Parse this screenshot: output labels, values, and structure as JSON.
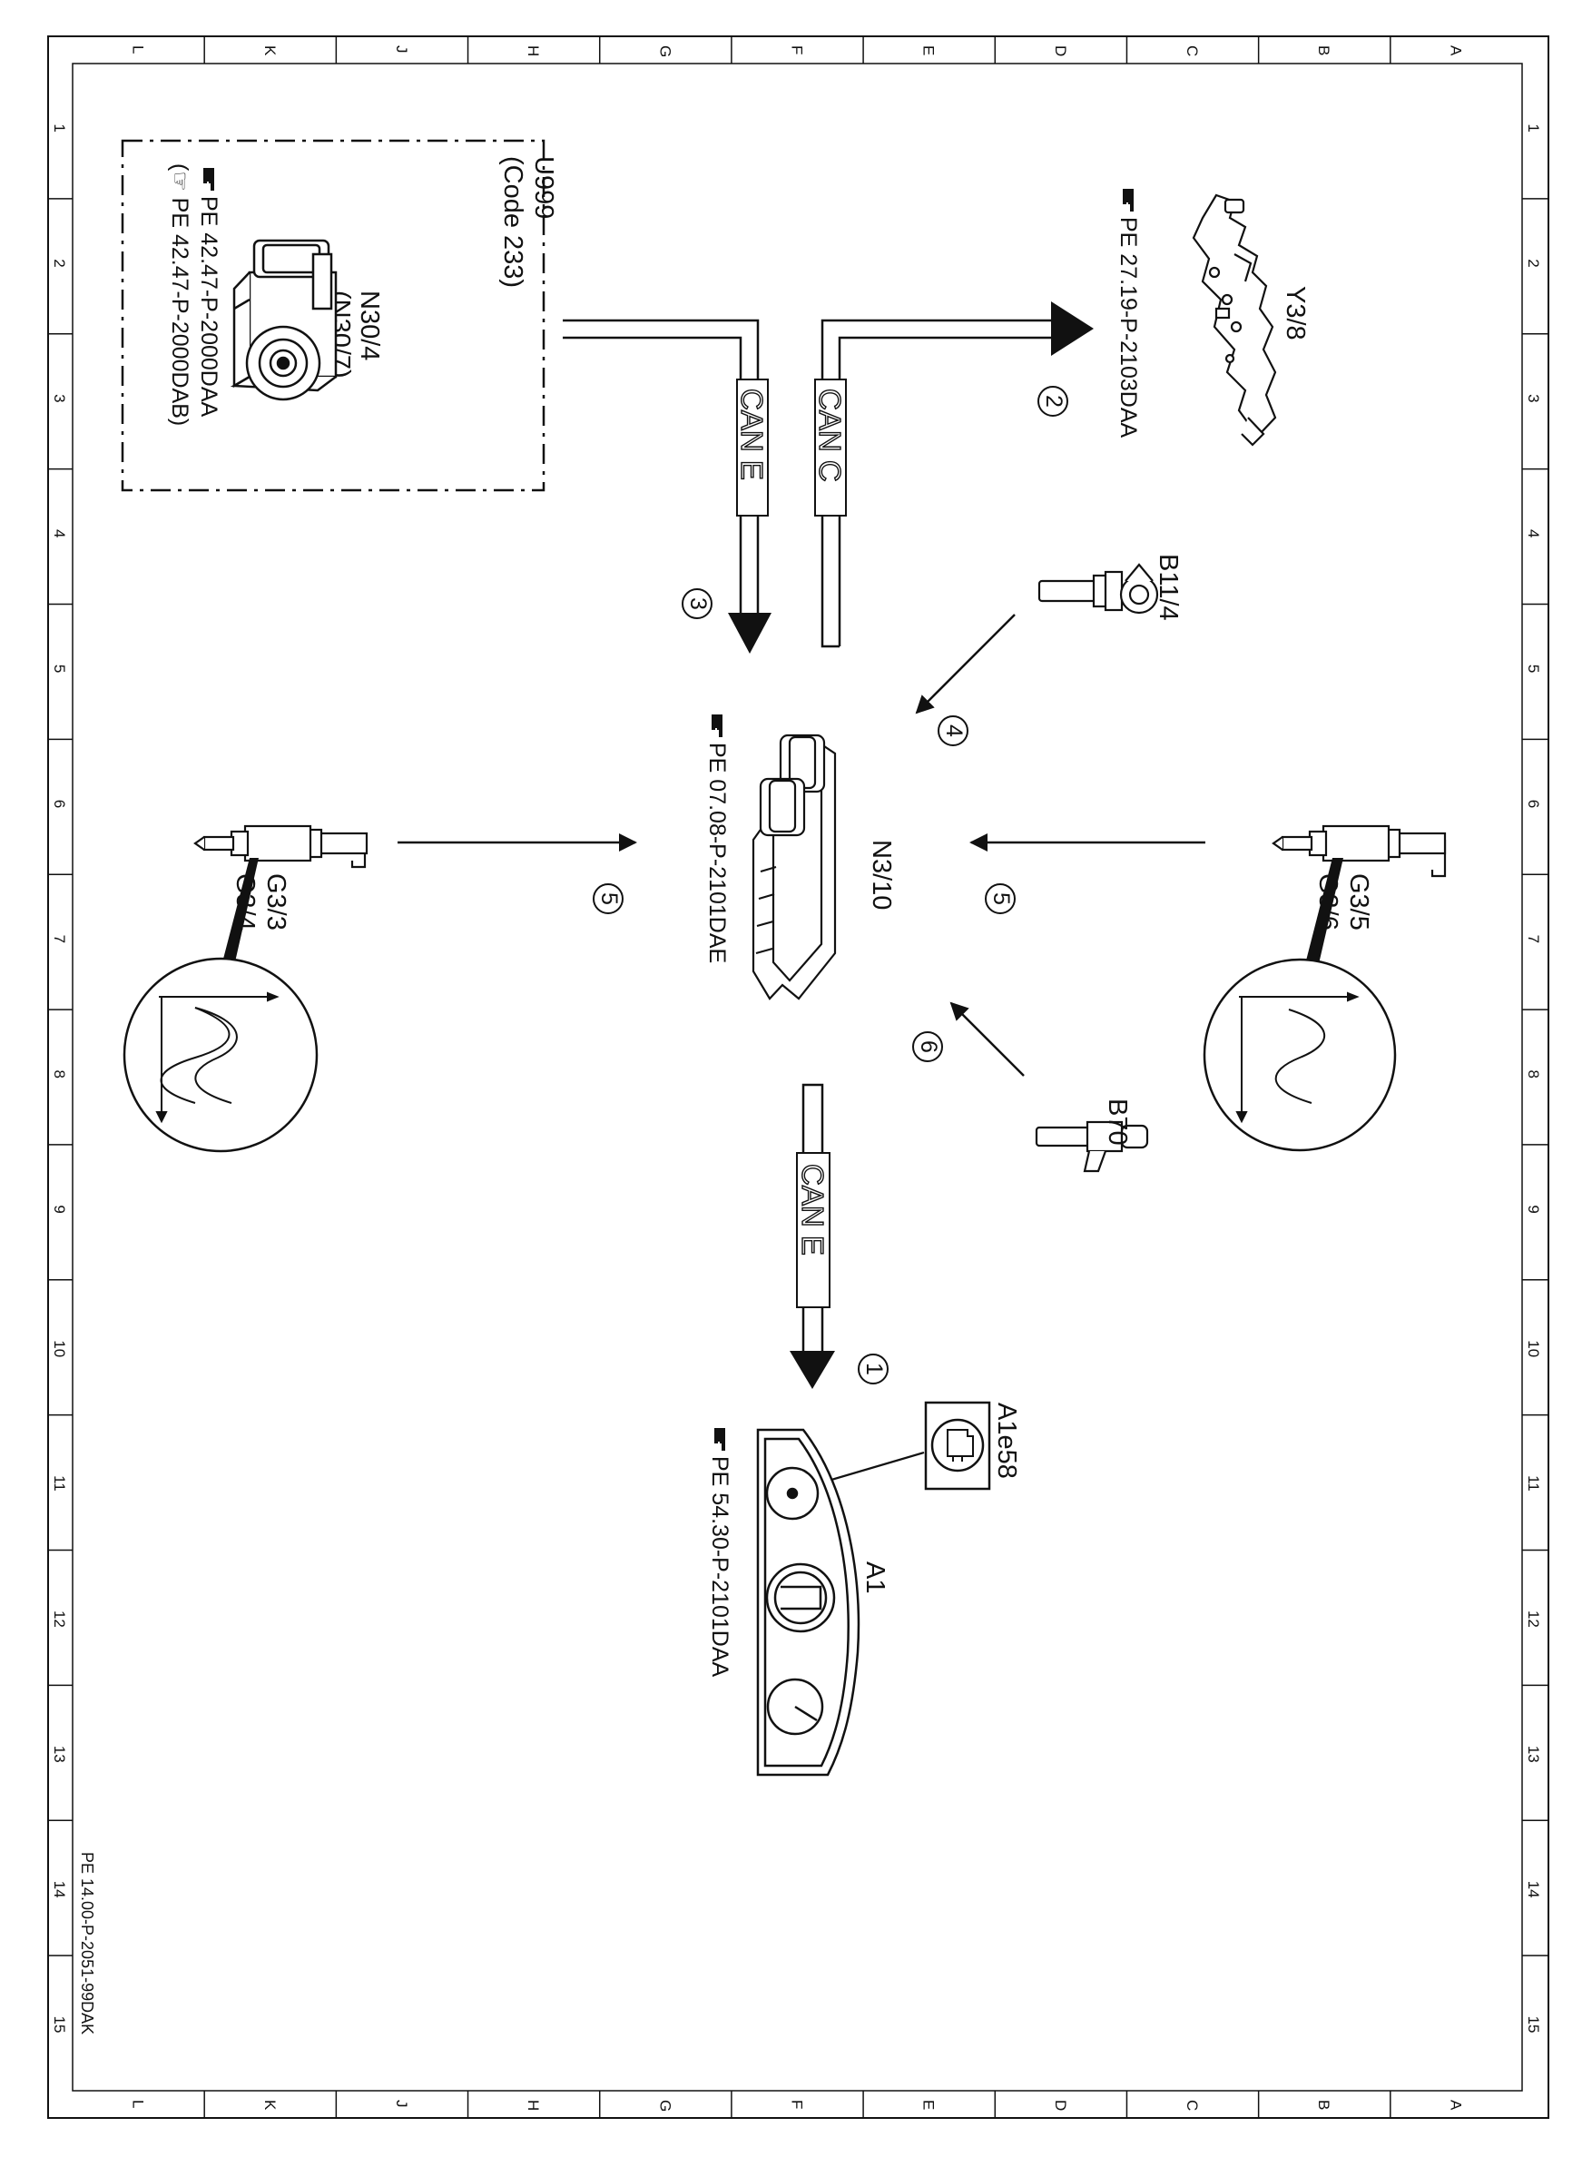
{
  "frame": {
    "letters": [
      "L",
      "K",
      "J",
      "H",
      "G",
      "F",
      "E",
      "D",
      "C",
      "B",
      "A"
    ],
    "numbers": [
      "1",
      "2",
      "3",
      "4",
      "5",
      "6",
      "7",
      "8",
      "9",
      "10",
      "11",
      "12",
      "13",
      "14",
      "15"
    ],
    "footer_code": "PE 14.00-P-2051-99DAK"
  },
  "components": {
    "u999": {
      "line1": "U999",
      "line2": "(Code 233)",
      "part1": "N30/4",
      "part2": "(N30/7)",
      "ref1": "PE  42.47-P-2000DAA",
      "ref2": "(☞ PE  42.47-P-2000DAB)"
    },
    "y3_8": {
      "label": "Y3/8",
      "ref": "PE  27.19-P-2103DAA"
    },
    "b11_4": {
      "label": "B11/4"
    },
    "n3_10": {
      "label": "N3/10",
      "ref": "PE  07.08-P-2101DAE"
    },
    "g3_left": {
      "line1": "G3/3",
      "line2": "G3/4"
    },
    "g3_right": {
      "line1": "G3/5",
      "line2": "G3/6"
    },
    "b70": {
      "label": "B70"
    },
    "a1e58": {
      "label": "A1e58"
    },
    "a1": {
      "label": "A1",
      "ref": "PE  54.30-P-2101DAA"
    }
  },
  "buses": {
    "can_c": "CAN C",
    "can_e_upper": "CAN E",
    "can_e_lower": "CAN E"
  },
  "signals": {
    "s1": "1",
    "s2": "2",
    "s3": "3",
    "s4": "4",
    "s5_left": "5",
    "s5_right": "5",
    "s6": "6"
  },
  "icons": [
    "hand-pointer-icon",
    "ecu-icon",
    "airbag-module-icon",
    "valve-body-icon",
    "sensor-icon",
    "oxygen-sensor-icon",
    "instrument-cluster-icon",
    "engine-warning-icon",
    "sine-wave-icon"
  ]
}
